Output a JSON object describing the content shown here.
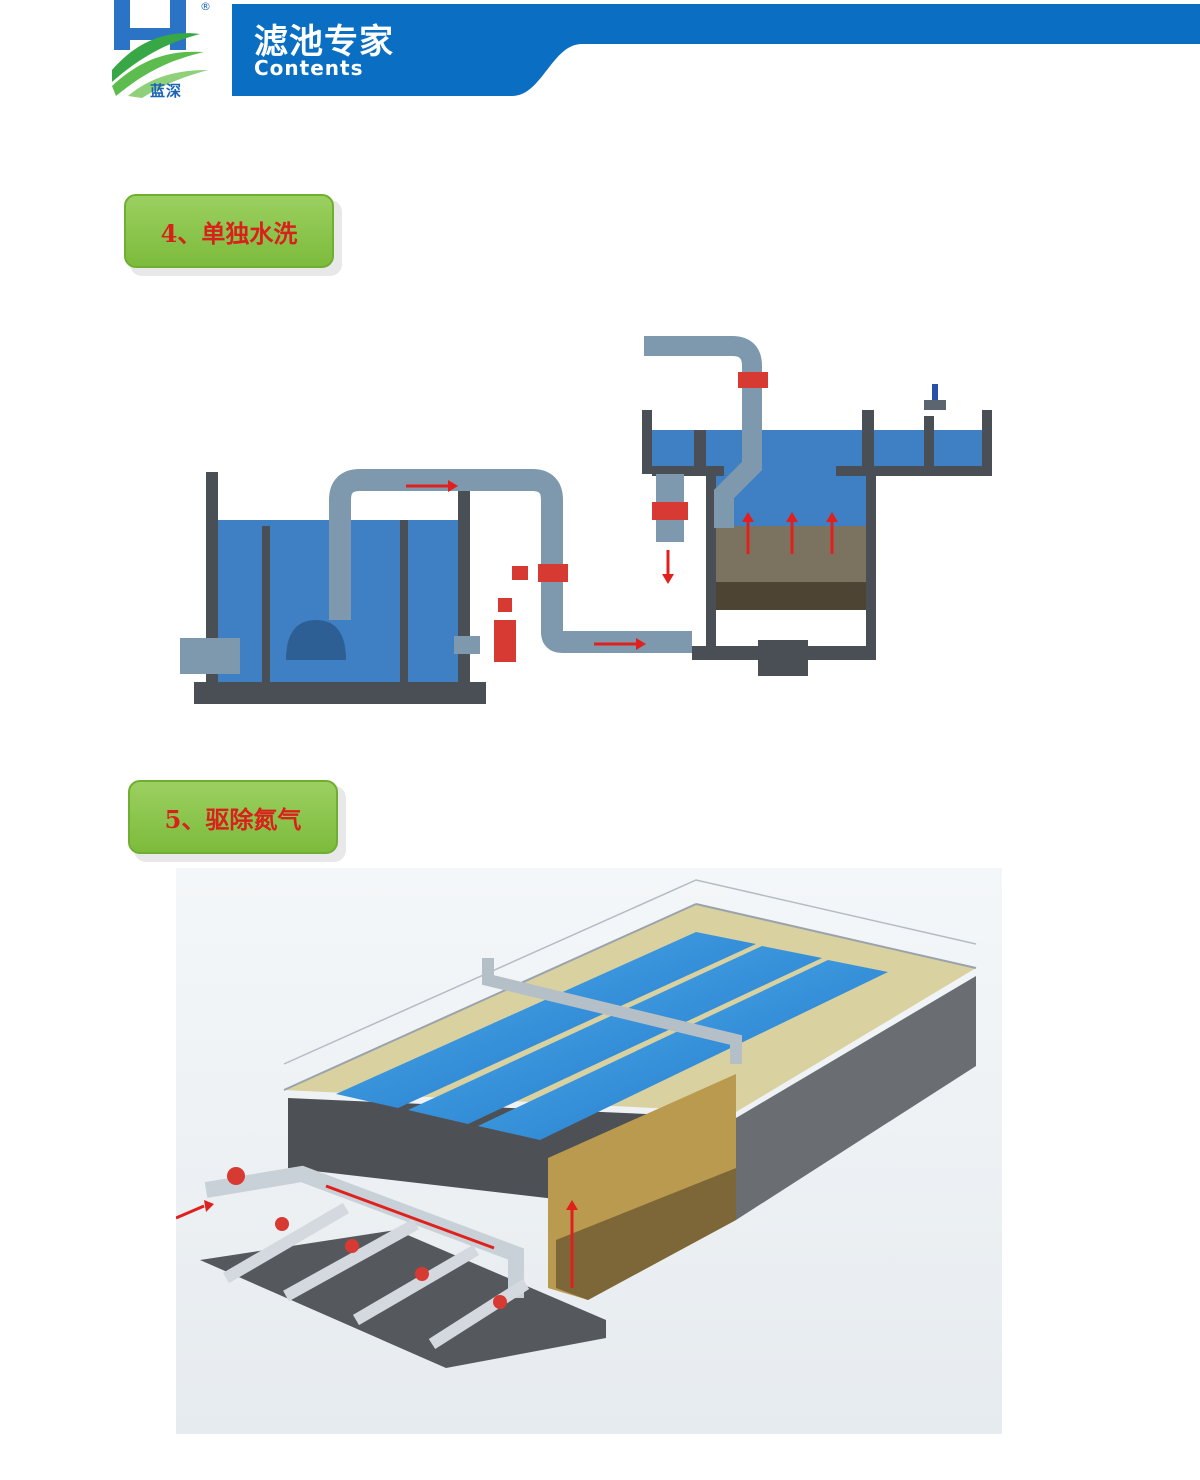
{
  "header": {
    "logo_text": "蓝深",
    "registered_mark": "®",
    "title": "滤池专家",
    "subtitle": "Contents"
  },
  "sections": [
    {
      "label": "4、单独水洗"
    },
    {
      "label": "5、驱除氮气"
    }
  ],
  "colors": {
    "brand_blue": "#0a6fc2",
    "label_green": "#8cc64c",
    "label_text_red": "#d9211c",
    "water_blue": "#3f7fc4",
    "flow_arrow_red": "#e0201c"
  }
}
